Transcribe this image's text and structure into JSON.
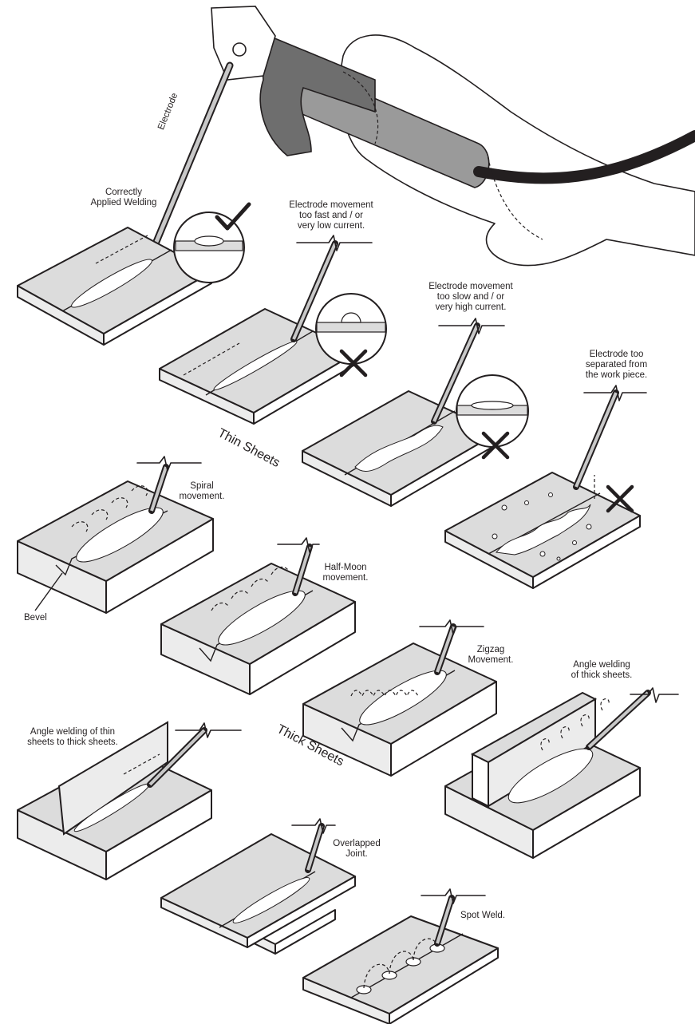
{
  "labels": {
    "electrode": "Electrode",
    "correct": [
      "Correctly",
      "Applied Welding"
    ],
    "too_fast": [
      "Electrode movement",
      "too fast and / or",
      "very low current."
    ],
    "too_slow": [
      "Electrode movement",
      "too slow and / or",
      "very high current."
    ],
    "too_separated": [
      "Electrode too",
      "separated from",
      "the work piece."
    ],
    "thin_sheets": "Thin Sheets",
    "spiral": [
      "Spiral",
      "movement."
    ],
    "bevel": "Bevel",
    "half_moon": [
      "Half-Moon",
      "movement."
    ],
    "zigzag": [
      "Zigzag",
      "Movement."
    ],
    "angle_thick": [
      "Angle welding",
      "of thick sheets."
    ],
    "angle_thin_thick": [
      "Angle welding of thin",
      "sheets to thick sheets."
    ],
    "thick_sheets": "Thick Sheets",
    "overlapped": [
      "Overlapped",
      "Joint."
    ],
    "spot_weld": "Spot Weld."
  },
  "icons": {
    "correct_mark": "check-icon",
    "wrong_mark": "cross-icon"
  },
  "colors": {
    "ink": "#231f20",
    "plate": "#dcdcdc",
    "rod": "#c8c8c8",
    "holder": "#8a8a8a"
  }
}
